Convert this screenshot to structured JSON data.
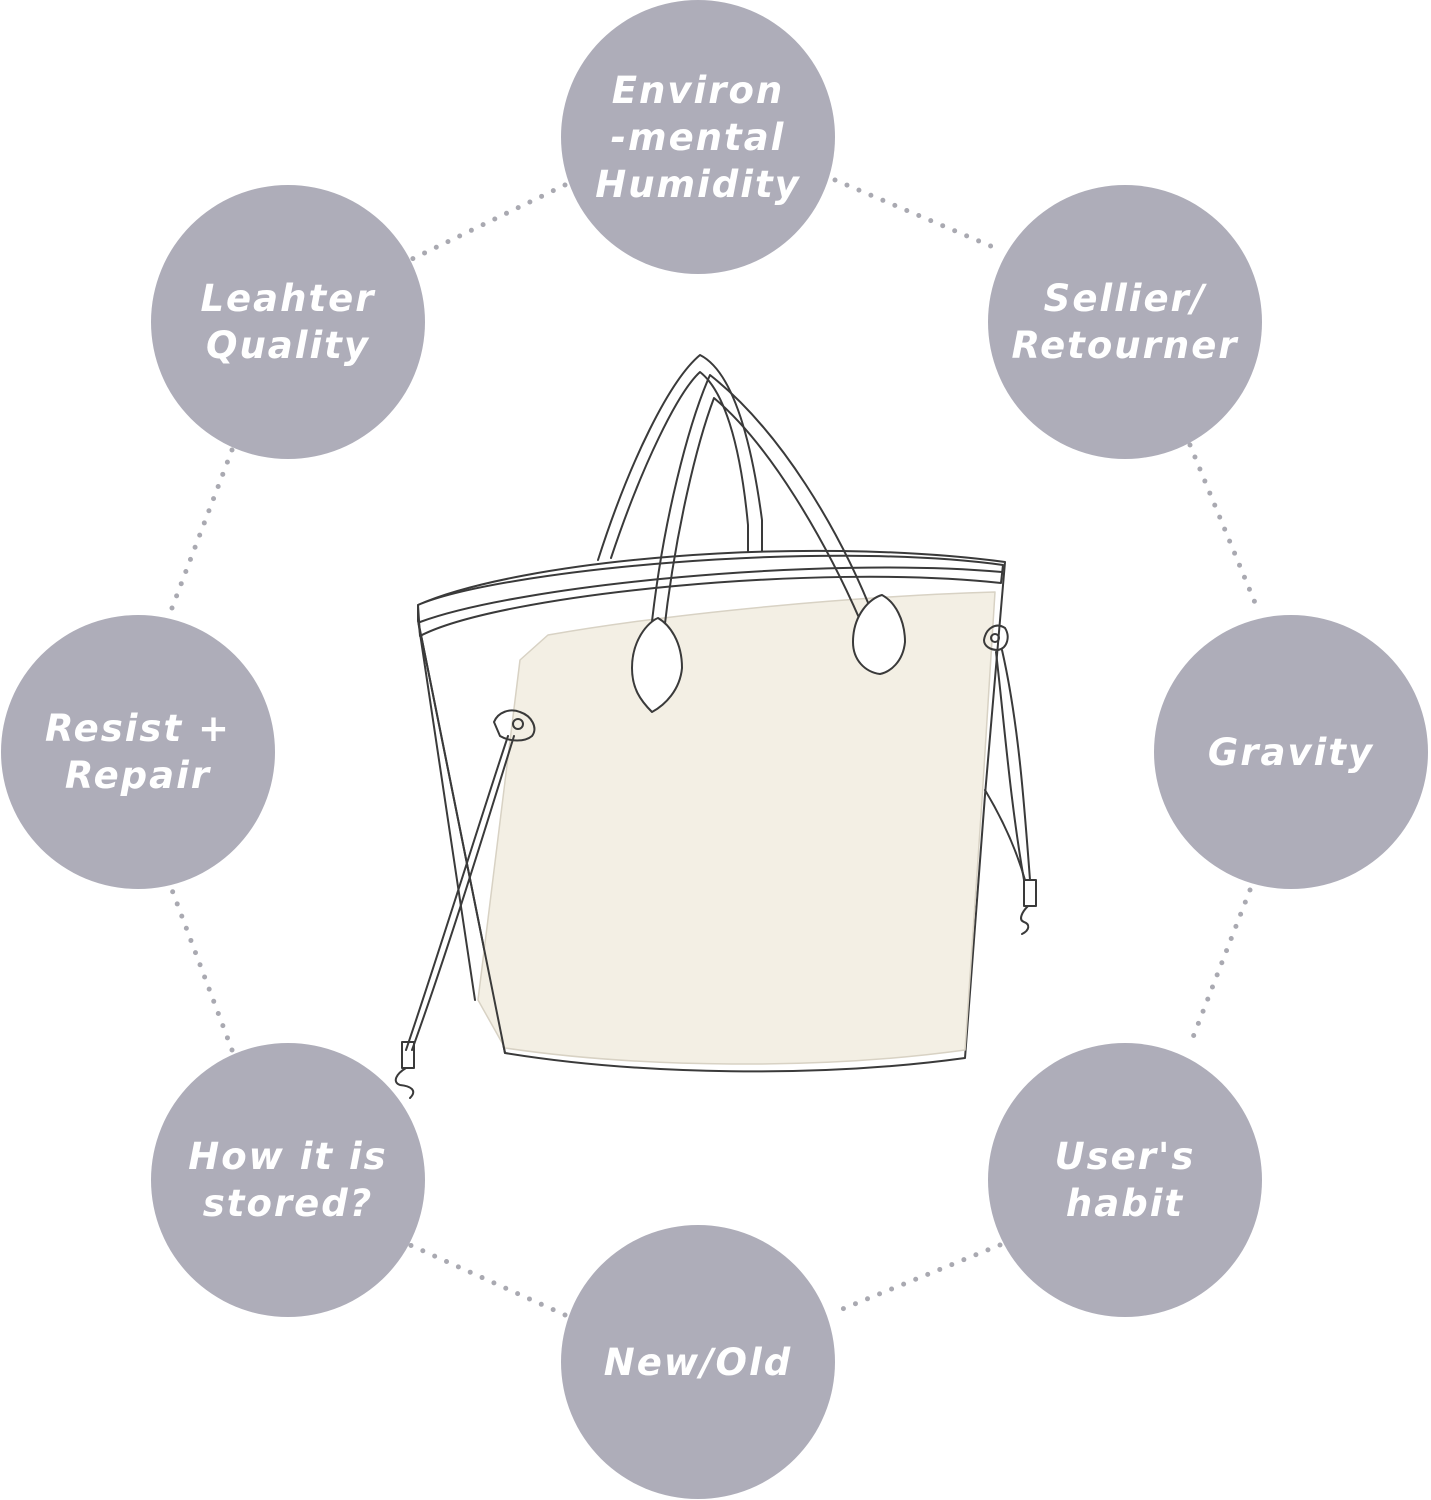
{
  "diagram": {
    "center": {
      "icon": "tote-bag-with-insert"
    },
    "factors": [
      {
        "id": "environmental-humidity",
        "label": "Environ\n-mental\nHumidity"
      },
      {
        "id": "sellier-retourner",
        "label": "Sellier/\nRetourner"
      },
      {
        "id": "gravity",
        "label": "Gravity"
      },
      {
        "id": "users-habit",
        "label": "User's\nhabit"
      },
      {
        "id": "new-old",
        "label": "New/Old"
      },
      {
        "id": "how-stored",
        "label": "How it is\nstored?"
      },
      {
        "id": "resist-repair",
        "label": "Resist +\nRepair"
      },
      {
        "id": "leather-quality",
        "label": "Leahter\nQuality"
      }
    ]
  },
  "colors": {
    "circle": "#aeadb9",
    "label": "#ffffff",
    "connector": "#a9a9b1",
    "bag_outline": "#3a3a3a",
    "insert_fill": "#f3efe4"
  }
}
